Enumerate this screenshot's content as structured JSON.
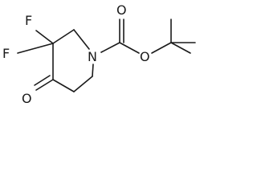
{
  "molecule": {
    "atoms": {
      "f_top": "F",
      "f_left": "F",
      "o_ketone": "O",
      "n_ring": "N",
      "o_carbonyl": "O",
      "o_ester": "O"
    }
  }
}
